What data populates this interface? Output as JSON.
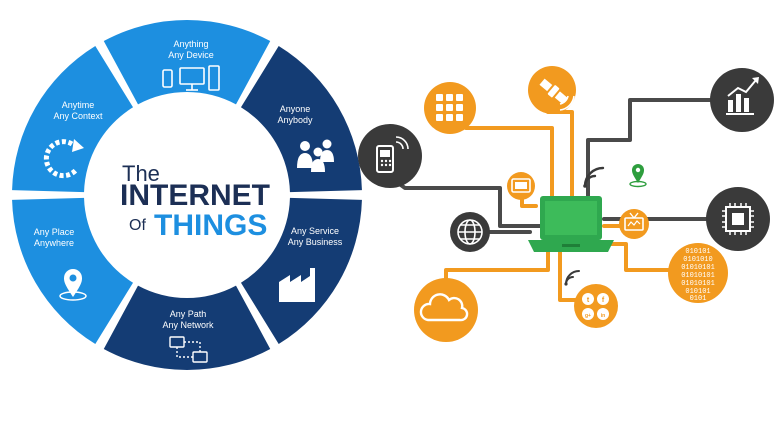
{
  "title": {
    "the": "The",
    "internet": "INTERNET",
    "of": "Of",
    "things": "THINGS"
  },
  "segments": [
    {
      "line1": "Anything",
      "line2": "Any Device",
      "icon": "devices-icon",
      "color": "#1d8fe0"
    },
    {
      "line1": "Anyone",
      "line2": "Anybody",
      "icon": "people-icon",
      "color": "#143c74"
    },
    {
      "line1": "Any Service",
      "line2": "Any Business",
      "icon": "factory-icon",
      "color": "#143c74"
    },
    {
      "line1": "Any Path",
      "line2": "Any Network",
      "icon": "network-icon",
      "color": "#143c74"
    },
    {
      "line1": "Any Place",
      "line2": "Anywhere",
      "icon": "location-icon",
      "color": "#1d8fe0"
    },
    {
      "line1": "Anytime",
      "line2": "Any Context",
      "icon": "refresh-icon",
      "color": "#1d8fe0"
    }
  ],
  "network": {
    "center_icon": "laptop-icon",
    "nodes": [
      {
        "name": "phone-icon",
        "color": "#3a3a3a"
      },
      {
        "name": "app-grid-icon",
        "color": "#f29a1f"
      },
      {
        "name": "satellite-icon",
        "color": "#f29a1f"
      },
      {
        "name": "growth-chart-icon",
        "color": "#3a3a3a"
      },
      {
        "name": "chip-icon",
        "color": "#3a3a3a"
      },
      {
        "name": "globe-icon",
        "color": "#3a3a3a"
      },
      {
        "name": "cloud-icon",
        "color": "#f29a1f"
      },
      {
        "name": "social-icon",
        "color": "#f29a1f"
      },
      {
        "name": "binary-data-icon",
        "color": "#f29a1f"
      },
      {
        "name": "tv-icon",
        "color": "#f29a1f"
      },
      {
        "name": "tablet-icon",
        "color": "#f29a1f"
      },
      {
        "name": "wifi-icon",
        "color": "#3a3a3a"
      },
      {
        "name": "map-pin-icon",
        "color": "#2e9e3e"
      }
    ],
    "binary_lines": [
      "010101",
      "0101010",
      "01010101",
      "01010101",
      "01010101",
      "010101",
      "0101"
    ],
    "social_labels": [
      "t",
      "f",
      "g+",
      "in"
    ]
  },
  "colors": {
    "light_blue": "#1d8fe0",
    "dark_blue": "#143c74",
    "orange": "#f29a1f",
    "dark_grey": "#3a3a3a",
    "laptop_green": "#2fa84f"
  }
}
